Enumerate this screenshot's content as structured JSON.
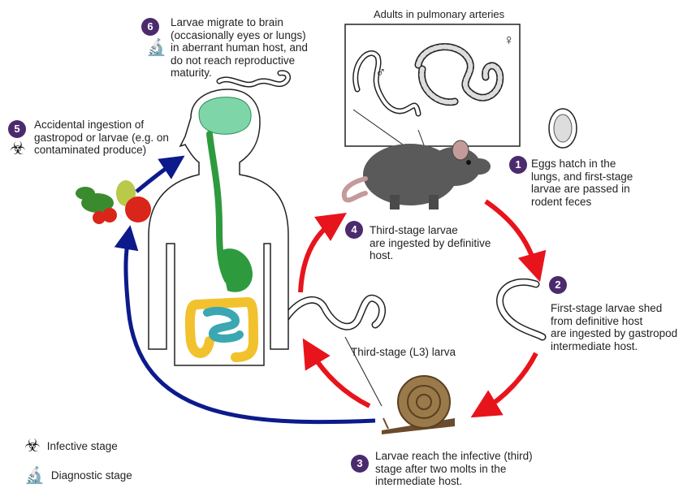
{
  "title_box": "Adults in pulmonary arteries",
  "male_symbol": "♂",
  "female_symbol": "♀",
  "steps": [
    {
      "number": "1",
      "text": "Eggs hatch in the\nlungs, and first-stage\nlarvae are passed in\nrodent feces"
    },
    {
      "number": "2",
      "text": "First-stage larvae shed\nfrom definitive host\nare ingested by gastropod\nintermediate host."
    },
    {
      "number": "3",
      "text": "Larvae reach the infective (third)\nstage after two molts in the\nintermediate host."
    },
    {
      "number": "4",
      "text": "Third-stage larvae\nare ingested by definitive\nhost."
    },
    {
      "number": "5",
      "text": "Accidental ingestion of\ngastropod or larvae (e.g. on\ncontaminated produce)"
    },
    {
      "number": "6",
      "text": "Larvae migrate to brain\n(occasionally eyes or lungs)\nin aberrant human host, and\ndo not reach reproductive\nmaturity."
    }
  ],
  "l3_label": "Third-stage (L3) larva",
  "legend": {
    "infective": "Infective stage",
    "diagnostic": "Diagnostic stage"
  },
  "colors": {
    "step_badge": "#4b2a6d",
    "arrow_red": "#e8141c",
    "arrow_blue": "#0c1a8c",
    "brain": "#7ed6a8",
    "digestive_green": "#2e9a3e",
    "colon": "#f2c12e",
    "small_intestine": "#3ba7b3",
    "rat": "#555555",
    "snail_shell": "#9a7a4a"
  }
}
